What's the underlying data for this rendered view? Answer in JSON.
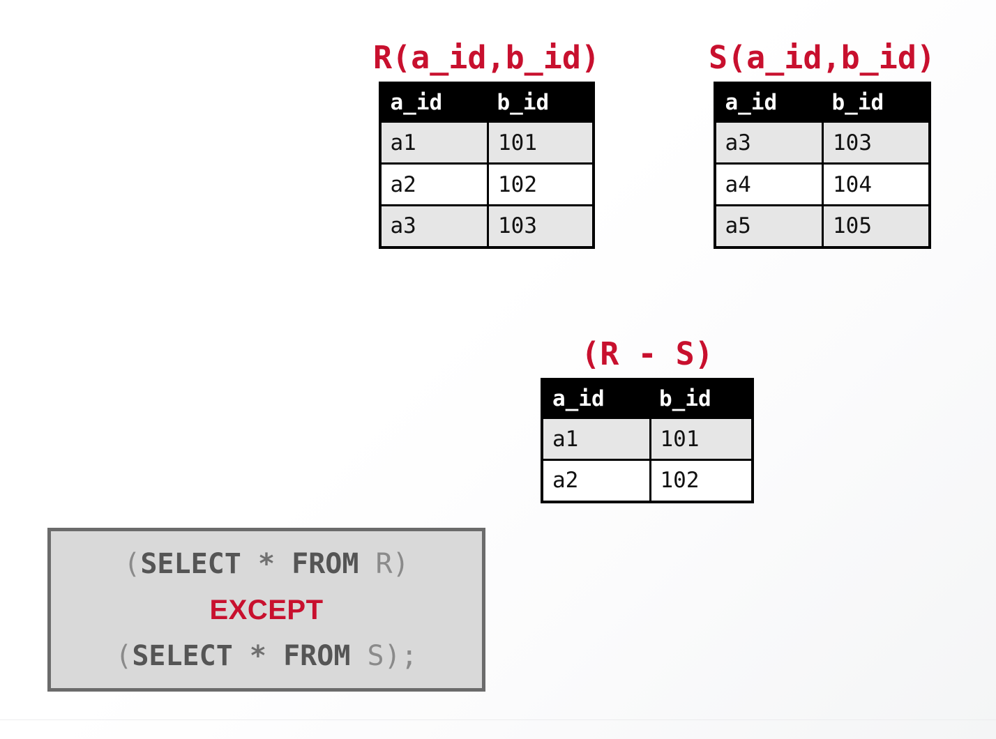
{
  "slide": {
    "background_start": "#ffffff",
    "background_end": "#f4f5f6",
    "accent_color": "#C8102E",
    "header_bg": "#000000",
    "row_alt_bg": "#e6e6e6"
  },
  "relations": [
    {
      "id": "R",
      "title": "R(a_id,b_id)",
      "columns": [
        "a_id",
        "b_id"
      ],
      "rows": [
        [
          "a1",
          "101"
        ],
        [
          "a2",
          "102"
        ],
        [
          "a3",
          "103"
        ]
      ]
    },
    {
      "id": "S",
      "title": "S(a_id,b_id)",
      "columns": [
        "a_id",
        "b_id"
      ],
      "rows": [
        [
          "a3",
          "103"
        ],
        [
          "a4",
          "104"
        ],
        [
          "a5",
          "105"
        ]
      ]
    },
    {
      "id": "RS",
      "title": "(R - S)",
      "columns": [
        "a_id",
        "b_id"
      ],
      "rows": [
        [
          "a1",
          "101"
        ],
        [
          "a2",
          "102"
        ]
      ]
    }
  ],
  "code_box": {
    "line1": {
      "open_paren": "(",
      "select": "SELECT",
      "space1": " ",
      "star": "*",
      "space2": " ",
      "from": "FROM",
      "space3": " ",
      "table": "R",
      "close_paren": ")"
    },
    "line2": {
      "keyword": "EXCEPT"
    },
    "line3": {
      "open_paren": "(",
      "select": "SELECT",
      "space1": " ",
      "star": "*",
      "space2": " ",
      "from": "FROM",
      "space3": " ",
      "table": "S",
      "close_paren": ");"
    }
  }
}
